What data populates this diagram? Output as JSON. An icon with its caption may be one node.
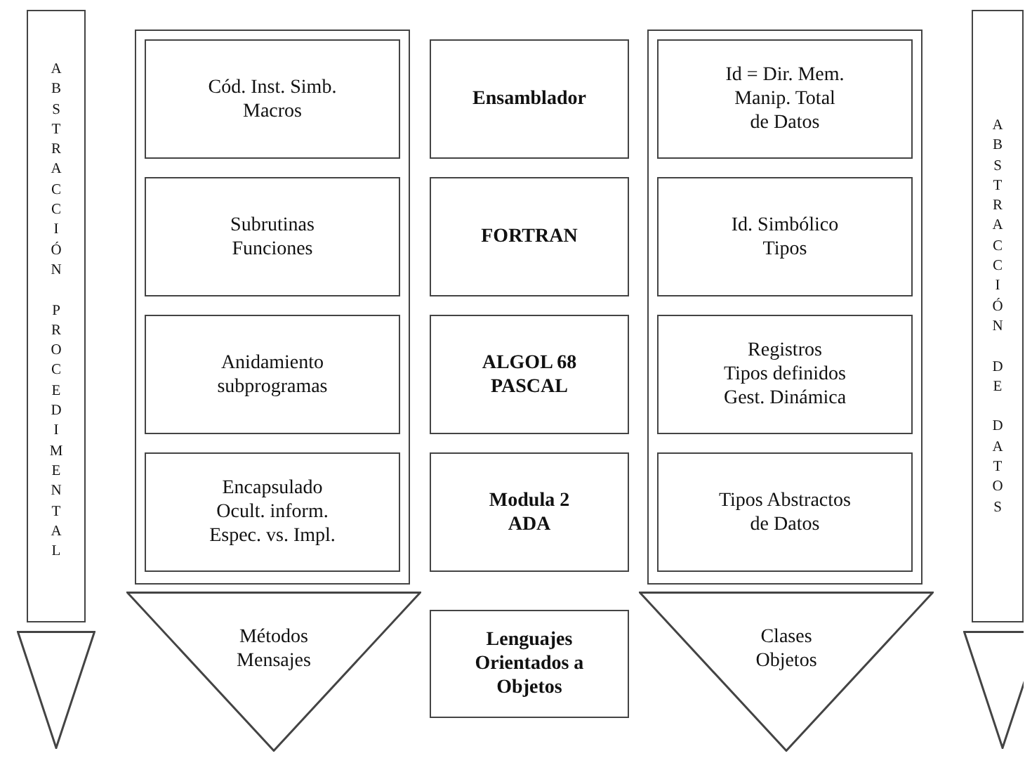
{
  "diagram": {
    "nodes": [
      {
        "text": [
          "ABSTRACCIÓN PROCEDIMENTAL"
        ]
      },
      {
        "text": [],
        "shape": "box"
      },
      {
        "text": [
          "Cód. Inst. Simb. Macros"
        ],
        "in": 1
      },
      {
        "text": [
          "Subrutinas Funciones"
        ],
        "in": 1
      },
      {
        "text": [
          "Anidamiento subprogramas"
        ],
        "in": 1
      },
      {
        "text": [
          "Encapsulado Ocult. inform. Espec. vs. Impl."
        ],
        "in": 1
      },
      {
        "text": [
          "Métodos Mensajes"
        ]
      },
      {
        "text": [
          "Ensamblador"
        ]
      },
      {
        "text": [
          "FORTRAN"
        ]
      },
      {
        "text": [
          "ALGOL 68 PASCAL"
        ]
      },
      {
        "text": [
          "Modula 2 ADA"
        ]
      },
      {
        "text": [
          "Lenguajes Orientados a Objetos"
        ]
      },
      {
        "text": [],
        "shape": "box"
      },
      {
        "text": [
          "Id = Dir. Mem. Manip. Total de Datos"
        ],
        "in": 12
      },
      {
        "text": [
          "Id. Simbólico Tipos"
        ],
        "in": 12
      },
      {
        "text": [
          "Registros Tipos definidos Gest. Dinámica"
        ],
        "in": 12
      },
      {
        "text": [
          "Tipos Abstractos de Datos"
        ],
        "in": 12
      },
      {
        "text": [
          "Clases Objetos"
        ]
      },
      {
        "text": [
          "ABSTRACCIÓN DE DATOS"
        ]
      }
    ],
    "edges": [
      {
        "from": 0,
        "to": null,
        "arrow": "to"
      },
      {
        "from": 18,
        "to": null,
        "arrow": "to"
      }
    ]
  }
}
